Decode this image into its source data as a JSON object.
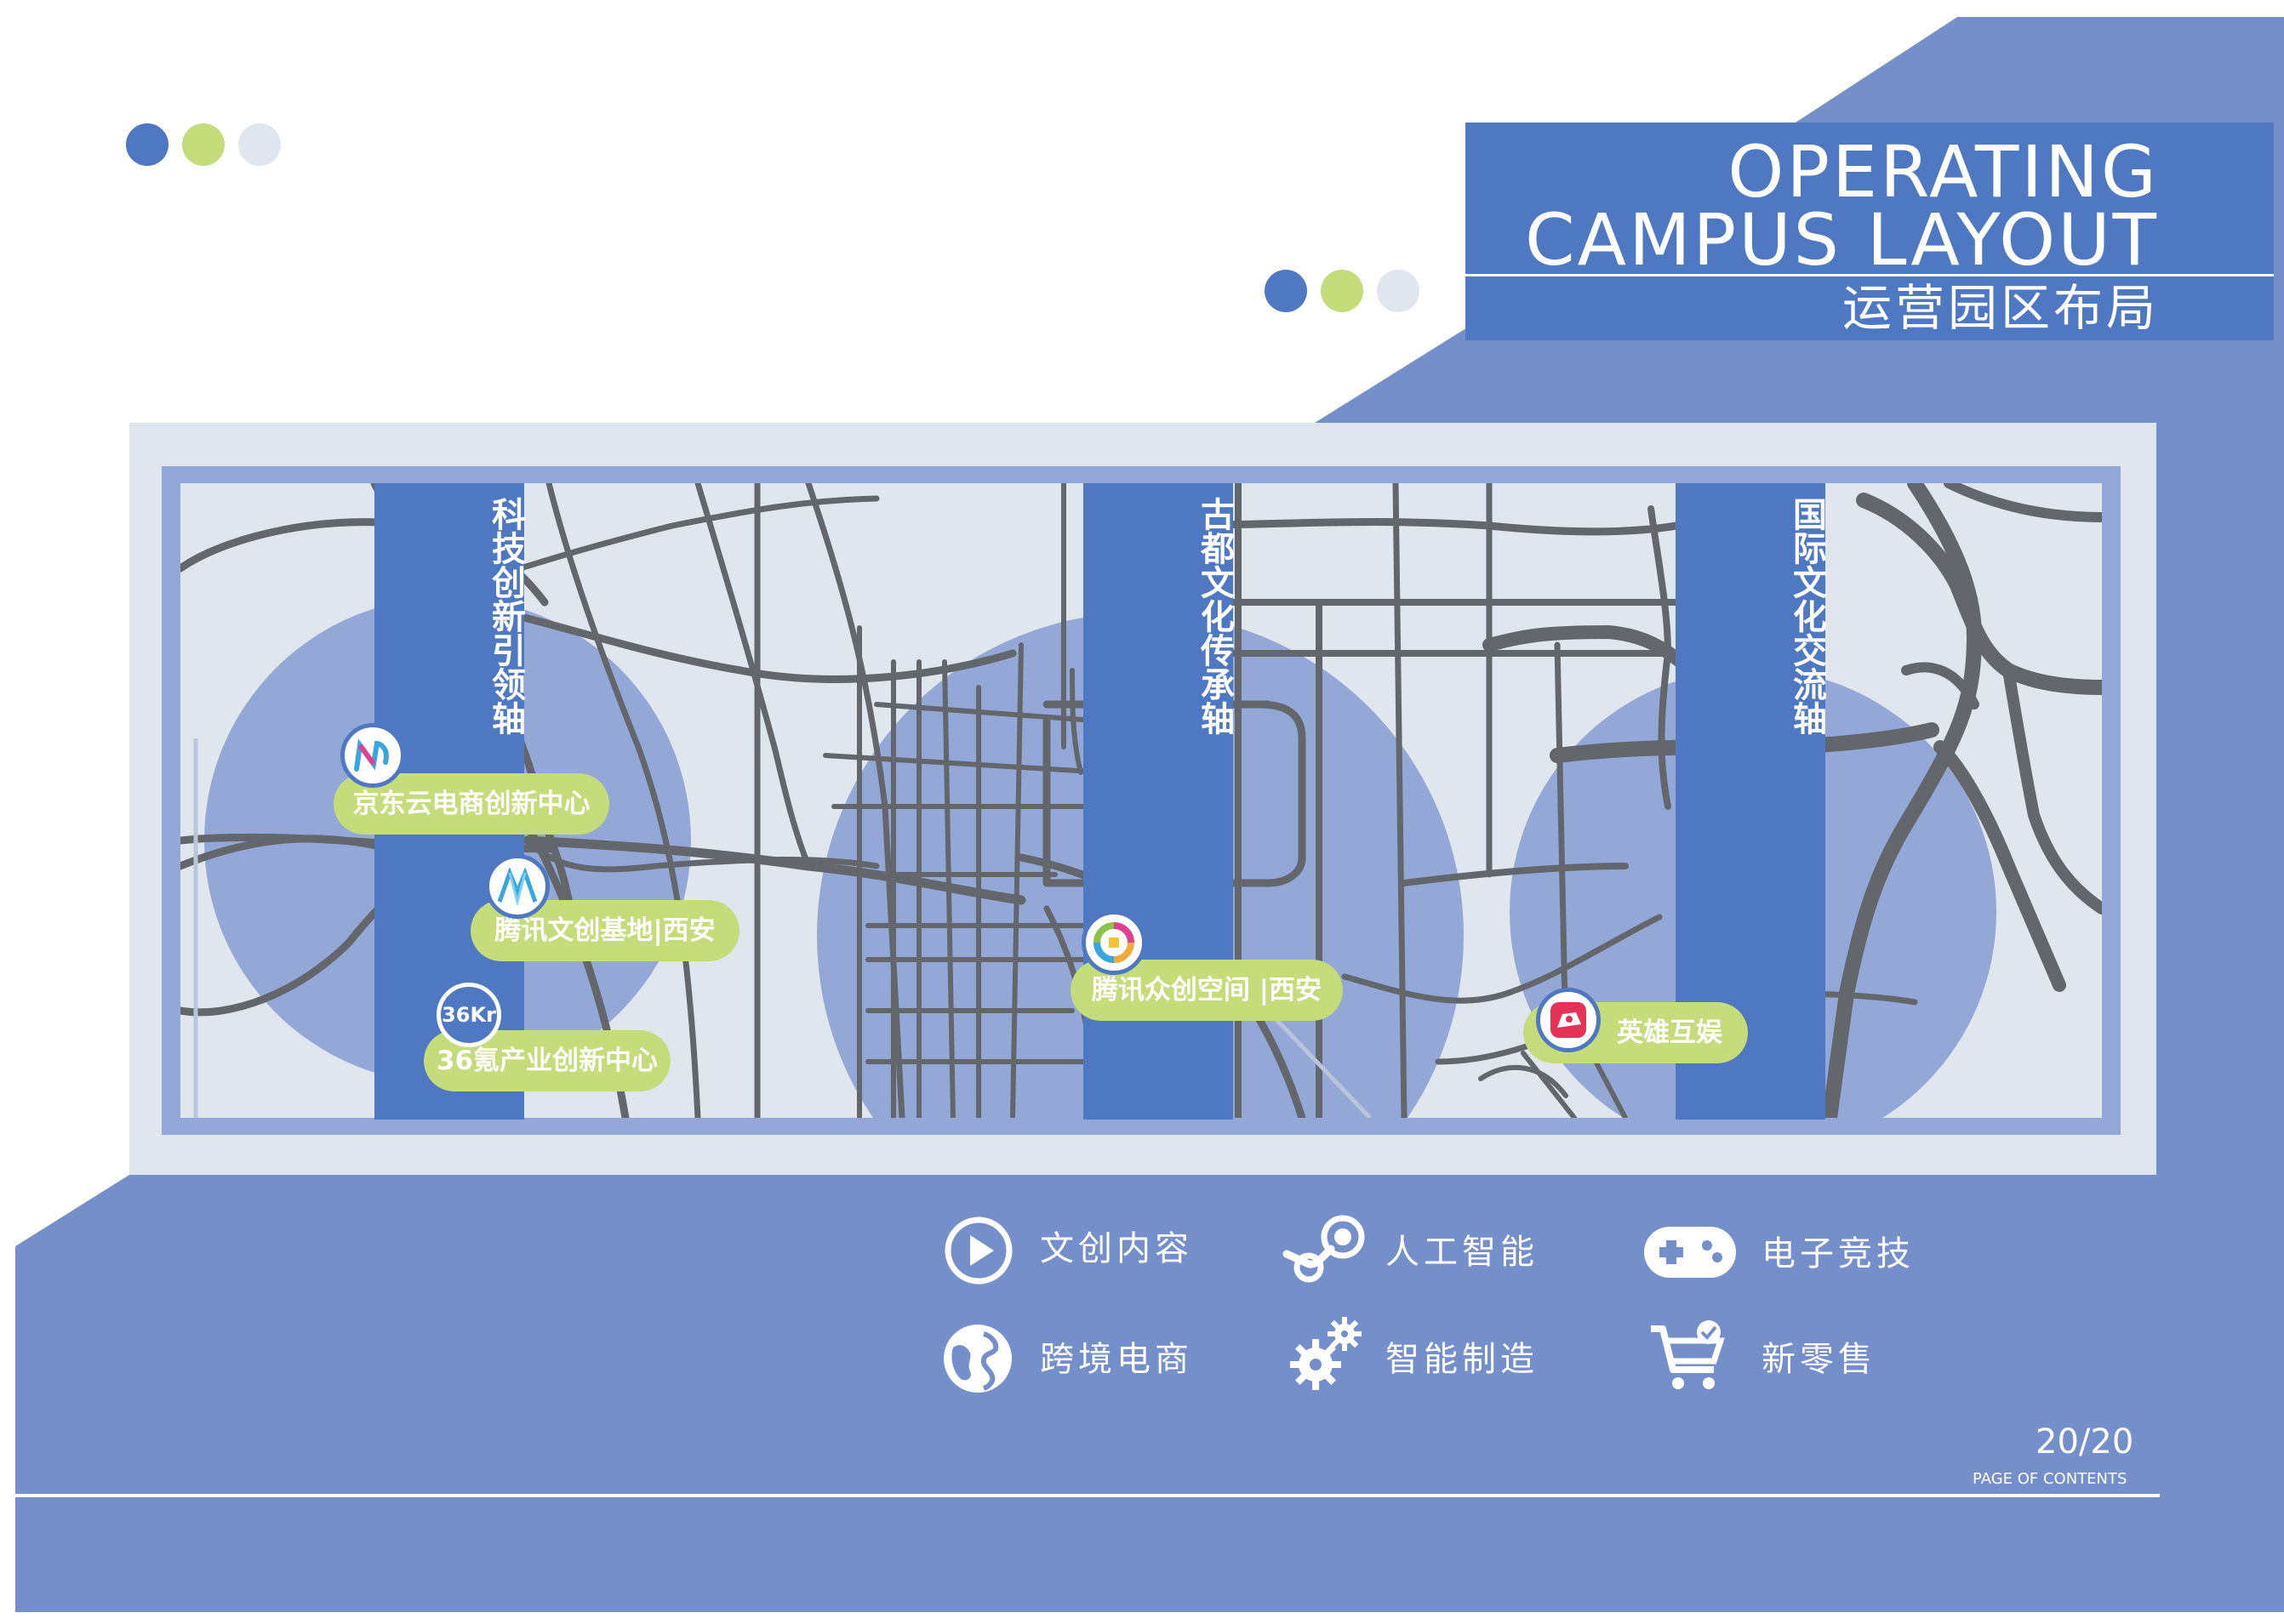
{
  "colors": {
    "primary_blue": "#4f78c2",
    "light_blue": "#748fca",
    "map_bg": "#dfe6ee",
    "lime": "#c5dc7a",
    "road": "#63666b",
    "circle": "#93a8d6"
  },
  "title": {
    "line1": "OPERATING",
    "line2": "CAMPUS LAYOUT",
    "chinese": "运营园区布局"
  },
  "axes": [
    {
      "label": "科技创新引领轴"
    },
    {
      "label": "古都文化传承轴"
    },
    {
      "label": "国际文化交流轴"
    }
  ],
  "locations": [
    {
      "label": "京东云电商创新中心",
      "logo": "jdcloud-logo"
    },
    {
      "label": "腾讯文创基地|西安",
      "logo": "tencent-culture-logo"
    },
    {
      "label": "36氪产业创新中心",
      "logo": "36kr-logo",
      "logo_text": "36Kr"
    },
    {
      "label": "腾讯众创空间 |西安",
      "logo": "tencent-space-logo"
    },
    {
      "label": "英雄互娱",
      "logo": "hero-entertainment-logo"
    }
  ],
  "legend": [
    {
      "label": "文创内容",
      "icon": "play-icon"
    },
    {
      "label": "人工智能",
      "icon": "steam-icon"
    },
    {
      "label": "电子竞技",
      "icon": "gamepad-icon"
    },
    {
      "label": "跨境电商",
      "icon": "globe-icon"
    },
    {
      "label": "智能制造",
      "icon": "gears-icon"
    },
    {
      "label": "新零售",
      "icon": "cart-icon"
    }
  ],
  "page": {
    "number": "20/20",
    "subtitle": "PAGE OF CONTENTS"
  }
}
